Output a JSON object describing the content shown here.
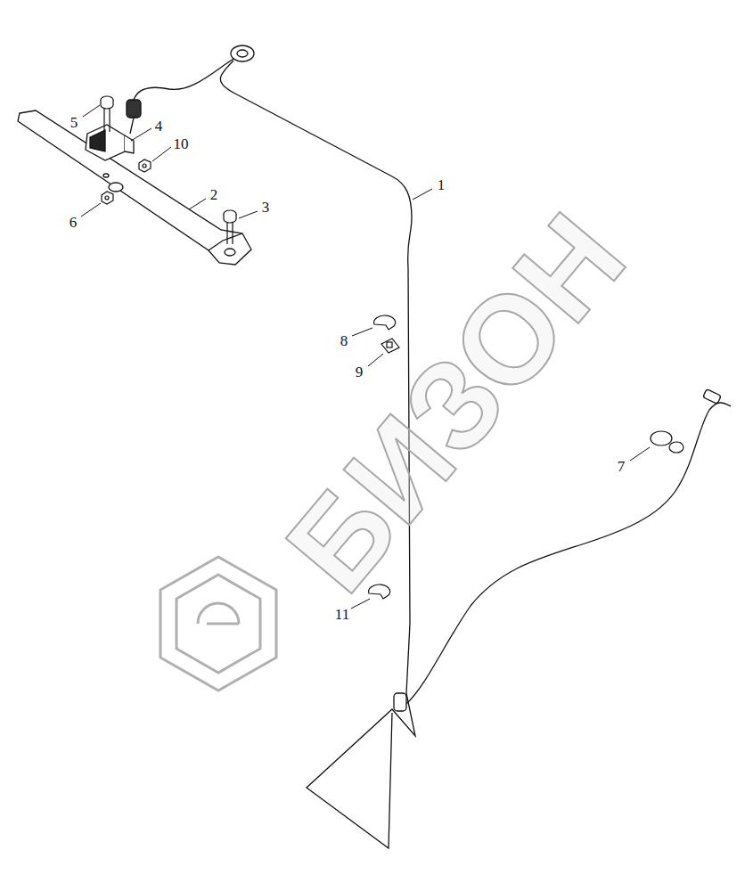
{
  "diagram": {
    "labels": [
      "5",
      "4",
      "10",
      "2",
      "3",
      "6",
      "1",
      "8",
      "9",
      "7",
      "11",
      "БИЗОН"
    ]
  }
}
